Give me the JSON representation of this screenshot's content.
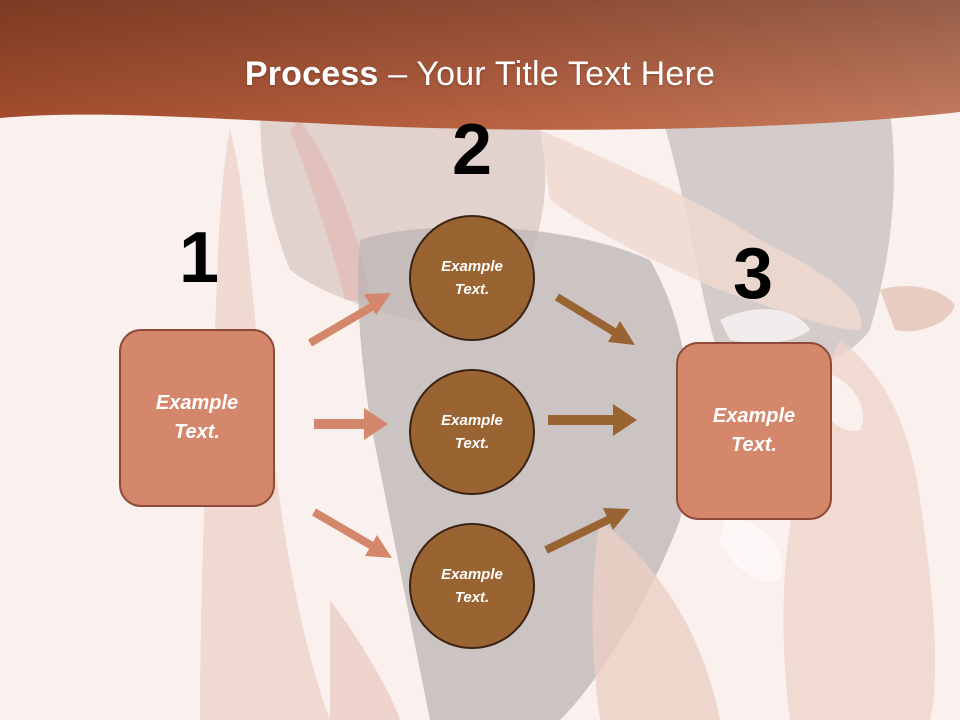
{
  "slide": {
    "title_bold": "Process",
    "title_rest": " – Your Title Text Here"
  },
  "steps": [
    {
      "number": "1",
      "text": "Example Text."
    },
    {
      "number": "2",
      "items": [
        "Example Text.",
        "Example Text.",
        "Example Text."
      ]
    },
    {
      "number": "3",
      "text": "Example Text."
    }
  ],
  "colors": {
    "header": "#b8623f",
    "box_fill": "#d4876a",
    "circle_fill": "#9a6332",
    "left_arrow": "#d4876a",
    "right_arrow": "#9a6332"
  }
}
